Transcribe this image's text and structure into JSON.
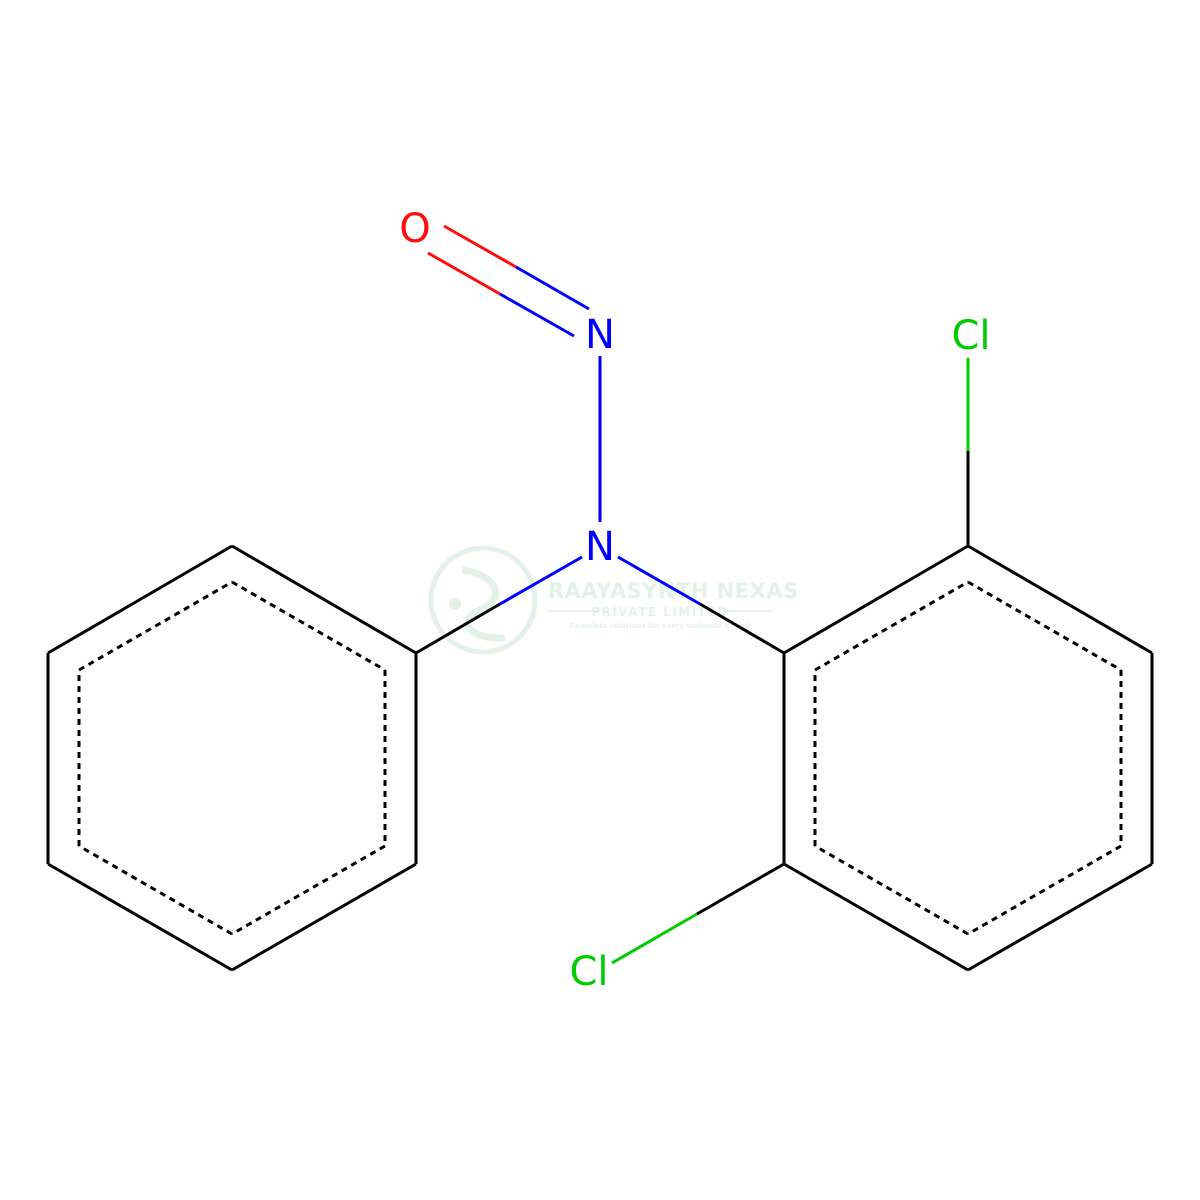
{
  "molecule": {
    "atoms": {
      "o1": {
        "symbol": "O",
        "color": "#FF0D0D"
      },
      "n_nitroso": {
        "symbol": "N",
        "color": "#0000FF"
      },
      "n_amine": {
        "symbol": "N",
        "color": "#0000FF"
      },
      "cl_top": {
        "symbol": "Cl",
        "color": "#00CC00"
      },
      "cl_bottom": {
        "symbol": "Cl",
        "color": "#00CC00"
      }
    },
    "colors": {
      "carbon_bond": "#000000",
      "nitrogen": "#0000FF",
      "oxygen": "#FF0D0D",
      "chlorine": "#00CC00"
    }
  },
  "watermark": {
    "title": "RAAYASYNTH NEXAS",
    "subtitle": "PRIVATE LIMITED",
    "tagline": "Complete solutions for every molecule's need",
    "color": "#3a9a50"
  }
}
